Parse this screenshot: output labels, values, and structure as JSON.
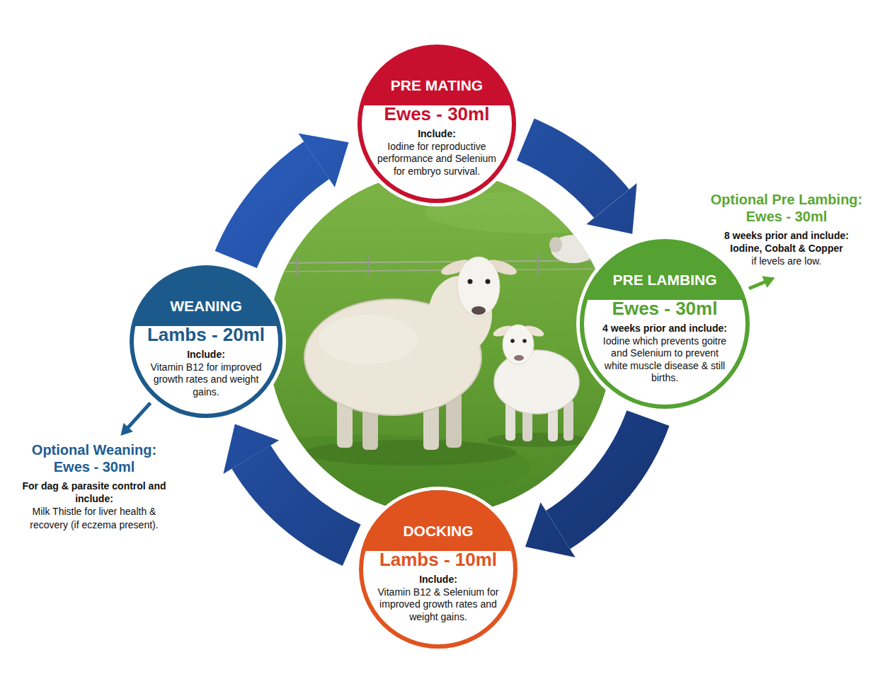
{
  "diagram": {
    "nodes": [
      {
        "text": [
          "PRE MATING",
          "Ewes - 30ml",
          "Include:",
          "Iodine for reproductive performance and Selenium for embryo survival."
        ]
      },
      {
        "text": [
          "PRE LAMBING",
          "Ewes - 30ml",
          "4 weeks prior and include:",
          "Iodine which prevents goitre and Selenium to prevent white muscle disease & still births."
        ]
      },
      {
        "text": [
          "Optional Pre Lambing:",
          "Ewes - 30ml",
          "8 weeks prior and include:",
          "Iodine, Cobalt & Copper",
          "if levels are low."
        ]
      },
      {
        "text": [
          "DOCKING",
          "Lambs - 10ml",
          "Include:",
          "Vitamin B12 & Selenium for improved growth rates and weight gains."
        ]
      },
      {
        "text": [
          "WEANING",
          "Lambs - 20ml",
          "Include:",
          "Vitamin B12 for improved growth rates and weight gains."
        ]
      },
      {
        "text": [
          "Optional Weaning:",
          "Ewes - 30ml",
          "For dag & parasite control and include:",
          "Milk Thistle for liver health & recovery (if eczema present)."
        ]
      }
    ],
    "edges": [
      {
        "from": 0,
        "to": 1,
        "arrow": "to"
      },
      {
        "from": 1,
        "to": 3,
        "arrow": "to"
      },
      {
        "from": 3,
        "to": 4,
        "arrow": "to"
      },
      {
        "from": 4,
        "to": 0,
        "arrow": "to"
      },
      {
        "from": 1,
        "to": 2,
        "arrow": "to"
      },
      {
        "from": 4,
        "to": 5,
        "arrow": "to"
      }
    ]
  }
}
